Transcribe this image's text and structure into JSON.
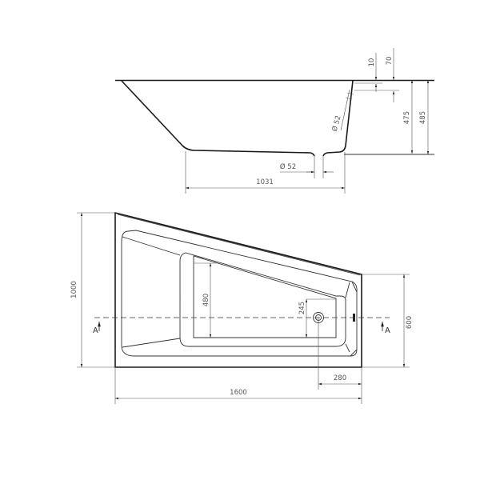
{
  "side_view": {
    "dims": {
      "length": "1031",
      "height_inner": "475",
      "height_outer": "485",
      "rim_10": "10",
      "rim_70": "70",
      "overflow_diameter": "Ø 52",
      "drain_diameter": "Ø 52"
    }
  },
  "top_view": {
    "dims": {
      "width": "1000",
      "length": "1600",
      "right_width": "600",
      "basin_width": "480",
      "drain_offset_y": "245",
      "drain_offset_x": "280"
    },
    "section_left": "A",
    "section_right": "A"
  }
}
